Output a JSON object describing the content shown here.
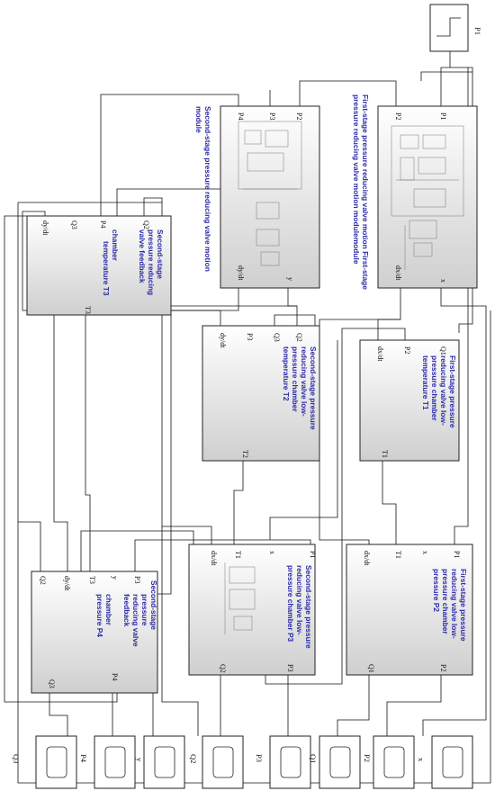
{
  "step_block": {
    "label": "P1"
  },
  "blocks": {
    "first_stage_motion": {
      "title": [
        "First-stage pressure reducing valve motion First-stage",
        "pressure reducing valve motion modulemodule"
      ],
      "ports": [
        "P1",
        "P2",
        "dx/dt",
        "x"
      ]
    },
    "second_stage_motion": {
      "title": [
        "Second-stage pressure reducing valve motion",
        "module"
      ],
      "ports": [
        "P2",
        "P3",
        "P4",
        "y",
        "dy/dt"
      ]
    },
    "t3": {
      "title": [
        "Second-stage",
        "pressure reducing",
        "valve feedback",
        "chamber",
        "temperature T3"
      ],
      "ports": [
        "Q2",
        "P4",
        "Q3",
        "dy/dt",
        "T3"
      ]
    },
    "t2": {
      "title": [
        "Second-stage pressure",
        "reducing valve low-",
        "pressure chamber",
        "temperature T2"
      ],
      "ports": [
        "Q2",
        "Q3",
        "P3",
        "dy/dt",
        "T2"
      ]
    },
    "t1": {
      "title": [
        "First-stage pressure",
        "reducing valve low-",
        "pressure chamber",
        "temperature T1"
      ],
      "ports": [
        "Q1",
        "P2",
        "dx/dt",
        "T1"
      ]
    },
    "p4": {
      "title": [
        "Second-stage",
        "pressure",
        "reducing valve",
        "feedback",
        "chamber",
        "pressure P4"
      ],
      "ports": [
        "P3",
        "y",
        "T3",
        "dy/dt",
        "Q2",
        "Q3",
        "P4"
      ]
    },
    "p3": {
      "title": [
        "Second-stage pressure",
        "reducing valve low-",
        "pressure chamber P3"
      ],
      "ports": [
        "P1",
        "x",
        "T1",
        "dx/dt",
        "Q2",
        "P3"
      ]
    },
    "p2": {
      "title": [
        "First-stage pressure",
        "reducing valve low-",
        "pressure chamber",
        "pressure P2"
      ],
      "ports": [
        "P1",
        "x",
        "T1",
        "dx/dt",
        "Q1",
        "P2"
      ]
    }
  },
  "scopes": [
    "Q3",
    "P4",
    "y",
    "Q2",
    "P3",
    "Q1",
    "P2",
    "x"
  ]
}
